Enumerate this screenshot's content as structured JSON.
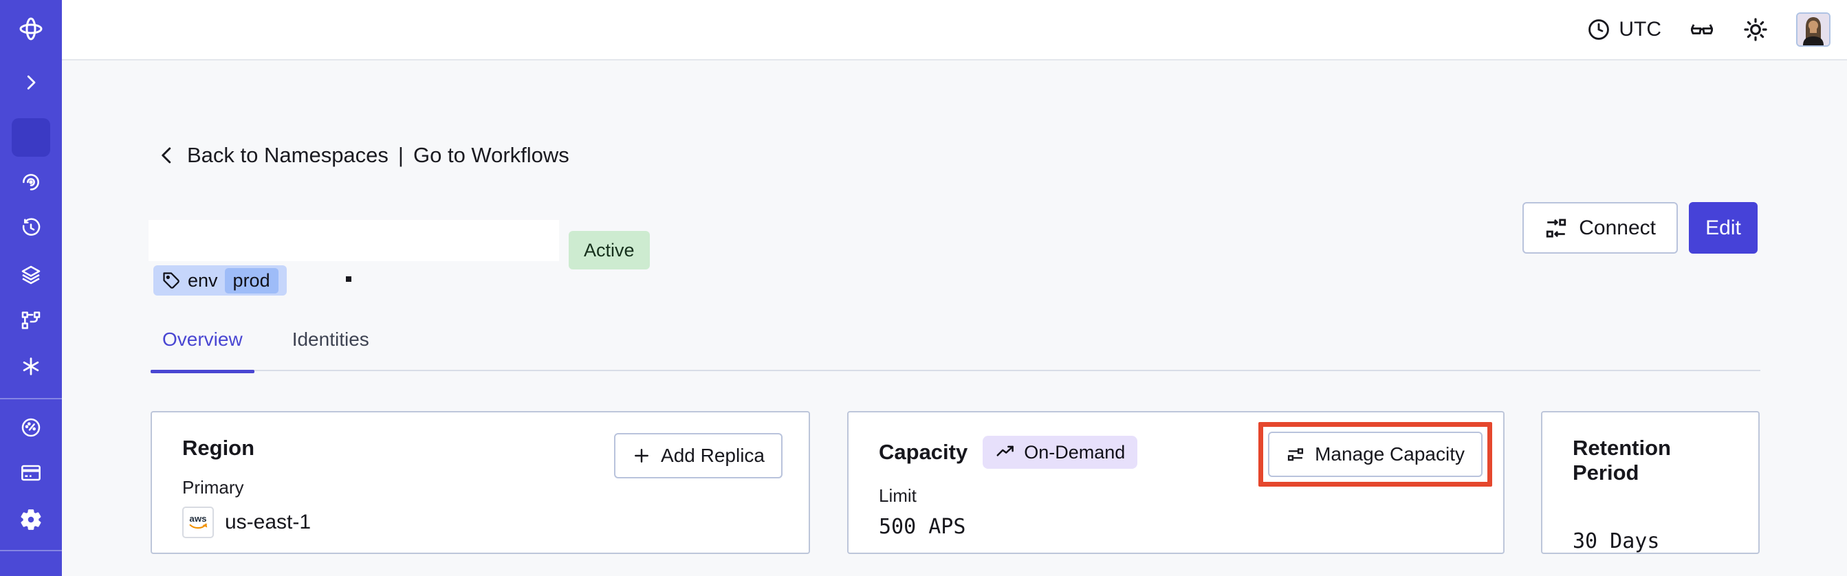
{
  "topbar": {
    "timezone": "UTC",
    "icons": [
      "clock-icon",
      "glasses-icon",
      "sun-icon",
      "avatar"
    ]
  },
  "sidebar": {
    "items": [
      {
        "name": "temporal-logo"
      },
      {
        "name": "expand-sidebar"
      },
      {
        "name": "namespaces",
        "active": true
      },
      {
        "name": "workflows"
      },
      {
        "name": "schedules"
      },
      {
        "name": "batch-operations"
      },
      {
        "name": "deployments"
      },
      {
        "name": "nexus"
      },
      {
        "name": "usage"
      },
      {
        "name": "billing"
      },
      {
        "name": "settings"
      },
      {
        "name": "account"
      }
    ]
  },
  "breadcrumb": {
    "back_label": "Back to Namespaces",
    "separator": "|",
    "forward_label": "Go to Workflows"
  },
  "namespace": {
    "status_badge": "Active",
    "tag_key": "env",
    "tag_value": "prod"
  },
  "actions": {
    "connect_label": "Connect",
    "edit_label": "Edit"
  },
  "tabs": [
    {
      "label": "Overview",
      "active": true
    },
    {
      "label": "Identities",
      "active": false
    }
  ],
  "cards": {
    "region": {
      "title": "Region",
      "add_replica_label": "Add Replica",
      "field_label": "Primary",
      "provider": "aws",
      "value": "us-east-1"
    },
    "capacity": {
      "title": "Capacity",
      "badge": "On-Demand",
      "manage_label": "Manage Capacity",
      "field_label": "Limit",
      "value": "500 APS",
      "highlighted": true
    },
    "retention": {
      "title": "Retention Period",
      "value": "30 Days"
    }
  },
  "colors": {
    "sidebar": "#4B49D6",
    "sidebar_active_tile": "#3B3AC4",
    "primary_button": "#4642D8",
    "active_badge_bg": "#CDEBD0",
    "tag_chip_bg": "#C6D6FB",
    "tag_chip_value_bg": "#9EBCF8",
    "on_demand_badge_bg": "#E7E0FB",
    "annotation_red": "#E5472D",
    "tab_active": "#4946D2",
    "card_border": "#BDC6DA",
    "background": "#F7F8FA"
  }
}
